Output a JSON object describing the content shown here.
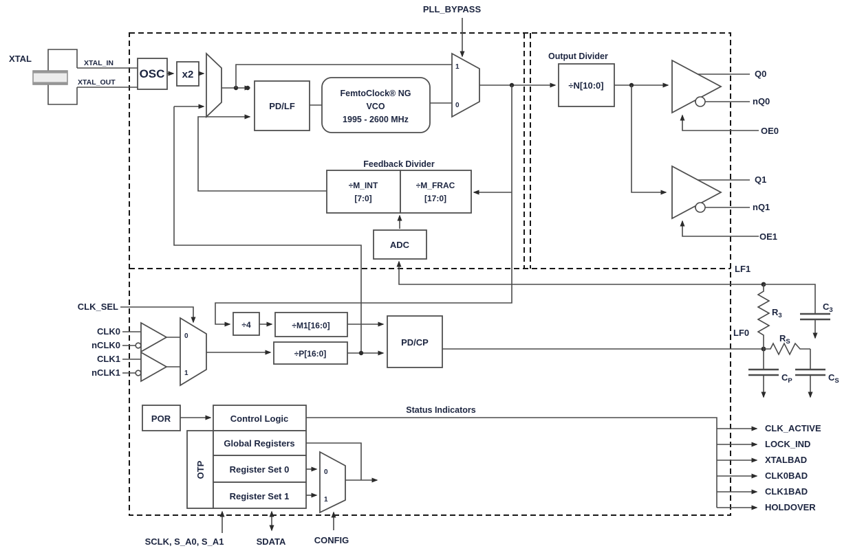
{
  "xtal": {
    "label": "XTAL",
    "pin_in": "XTAL_IN",
    "pin_out": "XTAL_OUT"
  },
  "pll": {
    "osc": "OSC",
    "x2": "x2",
    "pdlf": "PD/LF",
    "vco": {
      "line1": "FemtoClock® NG",
      "line2": "VCO",
      "line3": "1995 - 2600 MHz"
    },
    "bypass": {
      "label": "PLL_BYPASS",
      "in1": "1",
      "in0": "0"
    },
    "feedback": {
      "title": "Feedback Divider",
      "m_int": "÷M_INT",
      "m_int_range": "[7:0]",
      "m_frac": "÷M_FRAC",
      "m_frac_range": "[17:0]",
      "adc": "ADC"
    }
  },
  "output_section": {
    "divider_title": "Output Divider",
    "divider": "÷N[10:0]",
    "pins": {
      "q0": "Q0",
      "nq0": "nQ0",
      "oe0": "OE0",
      "q1": "Q1",
      "nq1": "nQ1",
      "oe1": "OE1"
    }
  },
  "input_section": {
    "clk_sel": "CLK_SEL",
    "clk0": "CLK0",
    "nclk0": "nCLK0",
    "clk1": "CLK1",
    "nclk1": "nCLK1",
    "mux_in0": "0",
    "mux_in1": "1",
    "div4": "÷4",
    "m1": "÷M1[16:0]",
    "p": "÷P[16:0]",
    "pdcp": "PD/CP"
  },
  "loop_filter": {
    "lf1": "LF1",
    "lf0": "LF0",
    "r3": {
      "base": "R",
      "sub": "3"
    },
    "c3": {
      "base": "C",
      "sub": "3"
    },
    "rs": {
      "base": "R",
      "sub": "S"
    },
    "cp": {
      "base": "C",
      "sub": "P"
    },
    "cs": {
      "base": "C",
      "sub": "S"
    }
  },
  "control": {
    "por": "POR",
    "control_logic": "Control Logic",
    "global_registers": "Global Registers",
    "register_set_0": "Register Set 0",
    "register_set_1": "Register Set 1",
    "otp": "OTP",
    "mux_in0": "0",
    "mux_in1": "1",
    "sclk": "SCLK, S_A0, S_A1",
    "sdata": "SDATA",
    "config": "CONFIG"
  },
  "status": {
    "title": "Status Indicators",
    "outputs": [
      "CLK_ACTIVE",
      "LOCK_IND",
      "XTALBAD",
      "CLK0BAD",
      "CLK1BAD",
      "HOLDOVER"
    ]
  },
  "colors": {
    "wire": "#4a4a4a",
    "border": "#161616",
    "text": "#1c2540",
    "background": "#ffffff"
  }
}
